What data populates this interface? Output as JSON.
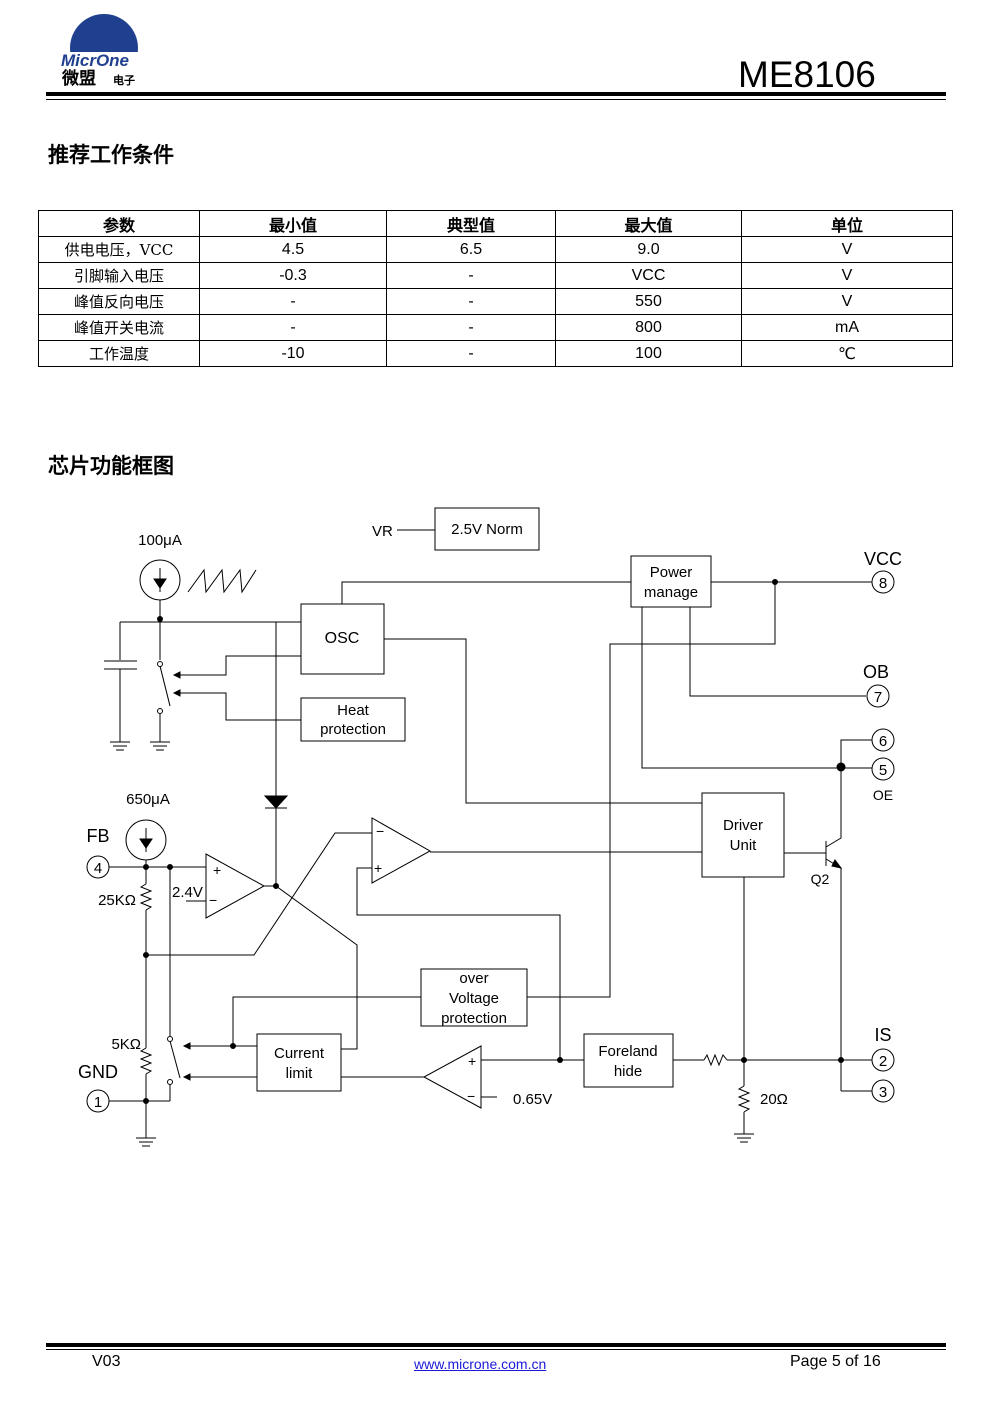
{
  "header": {
    "logo": {
      "brand": "MicrOne",
      "chinese": "微盟",
      "sub": "电子"
    },
    "part_number": "ME8106"
  },
  "sections": {
    "conditions_title": "推荐工作条件",
    "block_title": "芯片功能框图"
  },
  "table": {
    "headers": [
      "参数",
      "最小值",
      "典型值",
      "最大值",
      "单位"
    ],
    "rows": [
      [
        "供电电压，VCC",
        "4.5",
        "6.5",
        "9.0",
        "V"
      ],
      [
        "引脚输入电压",
        "-0.3",
        "-",
        "VCC",
        "V"
      ],
      [
        "峰值反向电压",
        "-",
        "-",
        "550",
        "V"
      ],
      [
        "峰值开关电流",
        "-",
        "-",
        "800",
        "mA"
      ],
      [
        "工作温度",
        "-10",
        "-",
        "100",
        "℃"
      ]
    ]
  },
  "diagram": {
    "labels": {
      "vr": "VR",
      "norm": "2.5V Norm",
      "i100": "100μA",
      "i650": "650μA",
      "vcc": "VCC",
      "ob": "OB",
      "oe": "OE",
      "fb": "FB",
      "gnd": "GND",
      "is": "IS",
      "q2": "Q2",
      "r25k": "25KΩ",
      "r5k": "5KΩ",
      "v24": "2.4V",
      "v065": "0.65V",
      "r20": "20Ω",
      "plus": "+",
      "minus": "−",
      "osc": "OSC",
      "power": [
        "Power",
        "manage"
      ],
      "heat": [
        "Heat",
        "protection"
      ],
      "driver": [
        "Driver",
        "Unit"
      ],
      "ovp": [
        "over",
        "Voltage",
        "protection"
      ],
      "current": [
        "Current",
        "limit"
      ],
      "foreland": [
        "Foreland",
        "hide"
      ]
    },
    "pins": [
      "8",
      "7",
      "6",
      "5",
      "4",
      "1",
      "2",
      "3"
    ]
  },
  "footer": {
    "version": "V03",
    "url": "www.microne.com.cn",
    "page": "Page 5 of 16"
  }
}
